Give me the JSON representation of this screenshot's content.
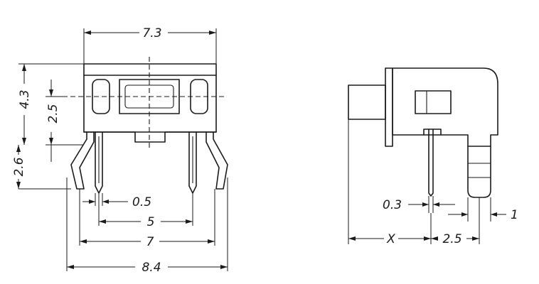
{
  "left_view": {
    "dims": {
      "width_top": "7.3",
      "height_total": "4.3",
      "height_window": "2.5",
      "pin_length": "2.6",
      "pin_width": "0.5",
      "pin_pitch_inner": "5",
      "pin_pitch_outer": "7",
      "overall_width": "8.4"
    }
  },
  "right_view": {
    "dims": {
      "pin_width": "0.3",
      "offset_x": "X",
      "pitch": "2.5",
      "leg_width": "1"
    }
  }
}
